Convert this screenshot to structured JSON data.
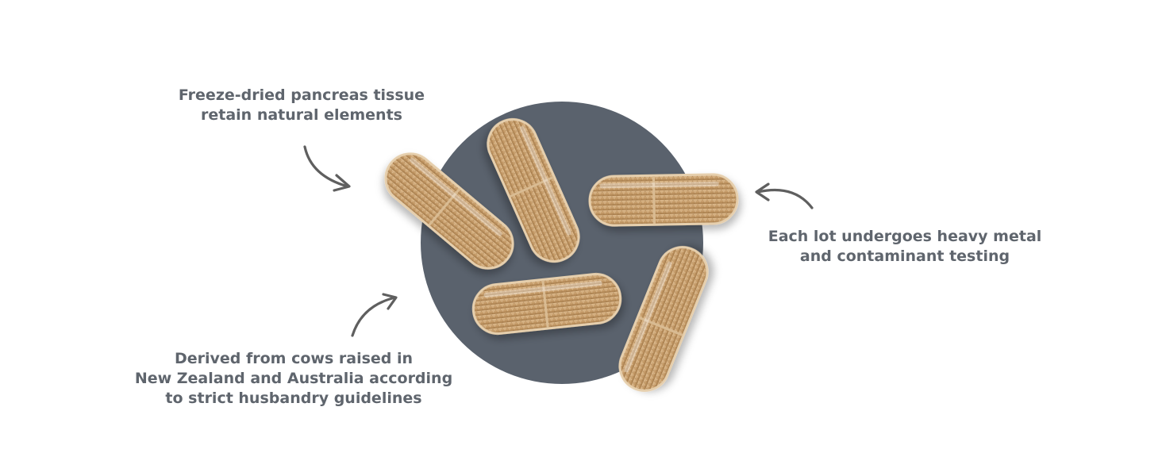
{
  "colors": {
    "background": "#ffffff",
    "disc": "#5a626d",
    "text": "#5f656d",
    "arrow": "#5f5f5f",
    "capsule_fill": "#c9a170",
    "capsule_shell": "#e8d2b4"
  },
  "callouts": {
    "top_left": {
      "line1": "Freeze-dried pancreas tissue",
      "line2": "retain natural elements"
    },
    "right": {
      "line1": "Each lot undergoes heavy metal",
      "line2": "and contaminant testing"
    },
    "bottom_left": {
      "line1": "Derived from cows raised in",
      "line2": "New Zealand and Australia according",
      "line3": "to strict husbandry guidelines"
    }
  },
  "icons": [
    "curved-arrow-icon",
    "capsule-icon"
  ]
}
